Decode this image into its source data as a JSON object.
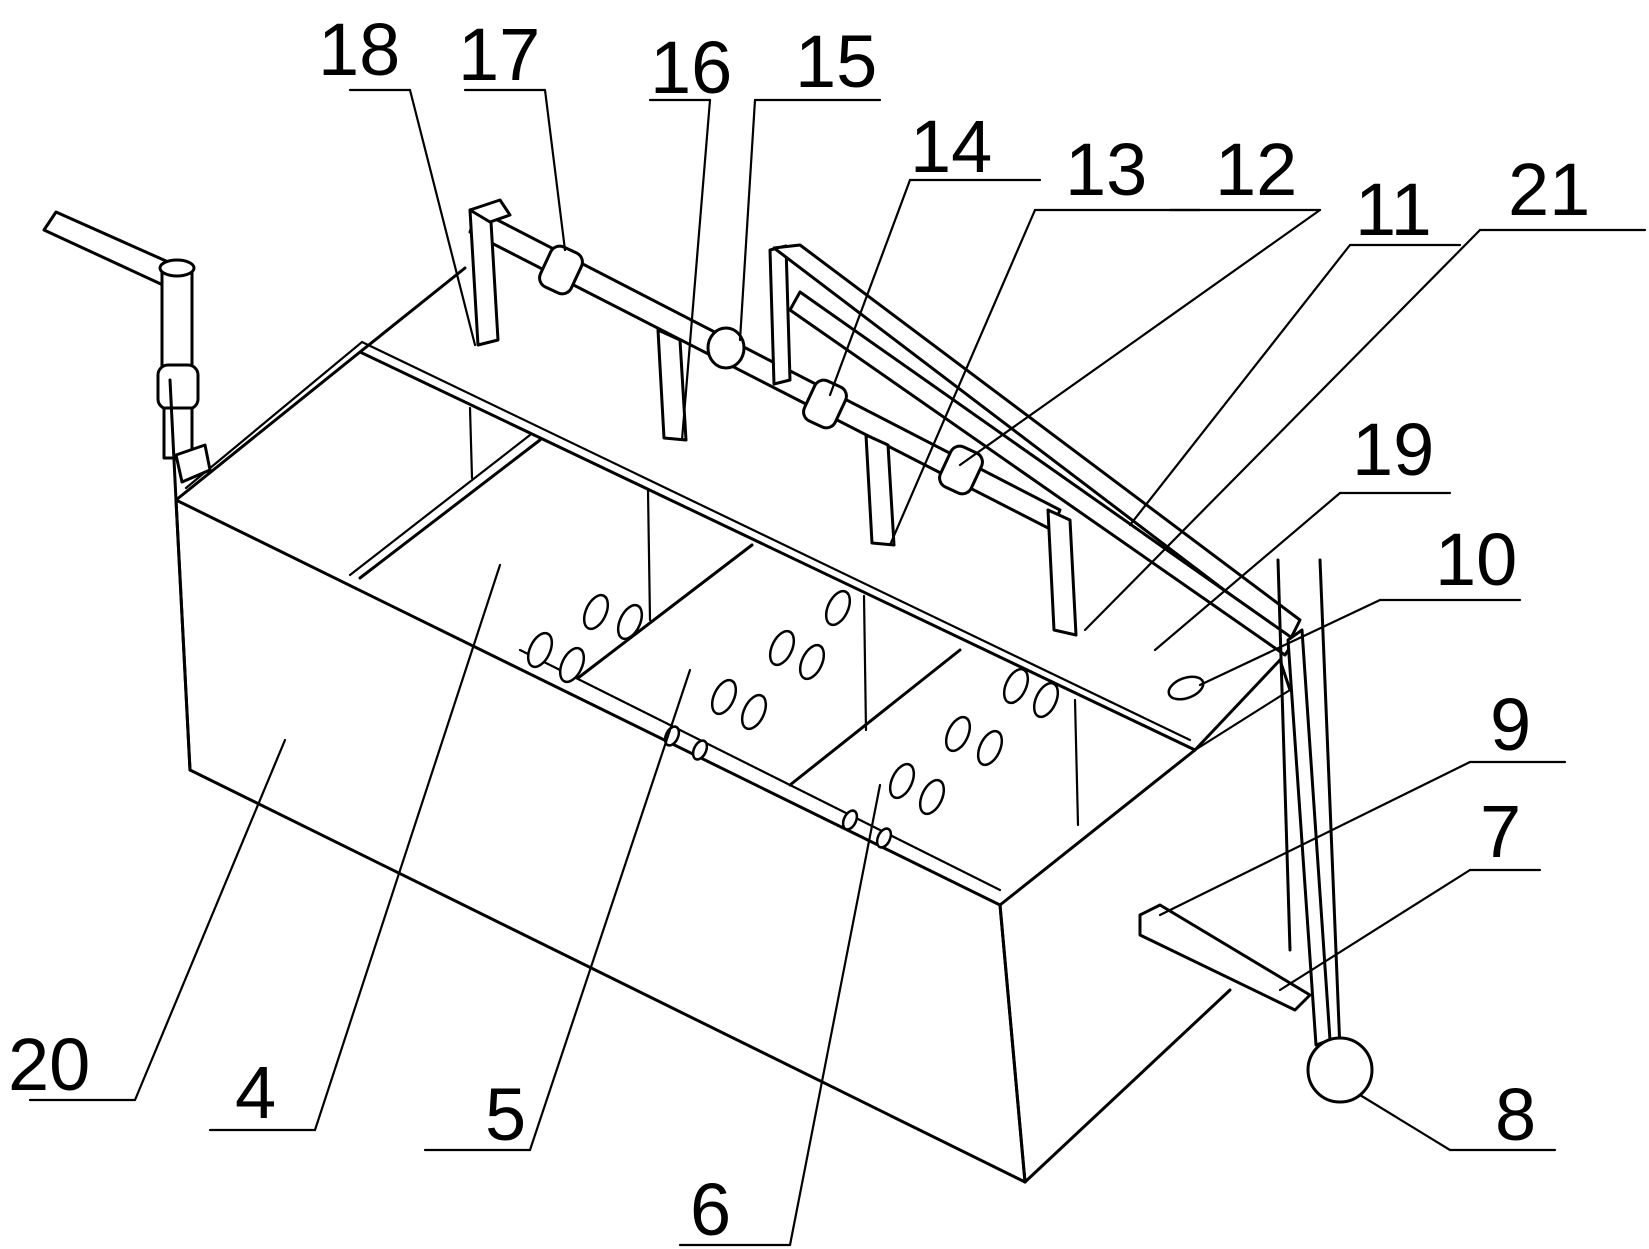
{
  "labels": {
    "l18": "18",
    "l17": "17",
    "l16": "16",
    "l15": "15",
    "l14": "14",
    "l13": "13",
    "l12": "12",
    "l11": "11",
    "l21": "21",
    "l19": "19",
    "l10": "10",
    "l9": "9",
    "l7": "7",
    "l8": "8",
    "l20": "20",
    "l4": "4",
    "l5": "5",
    "l6": "6"
  },
  "colors": {
    "line": "#000000",
    "background": "#ffffff"
  }
}
